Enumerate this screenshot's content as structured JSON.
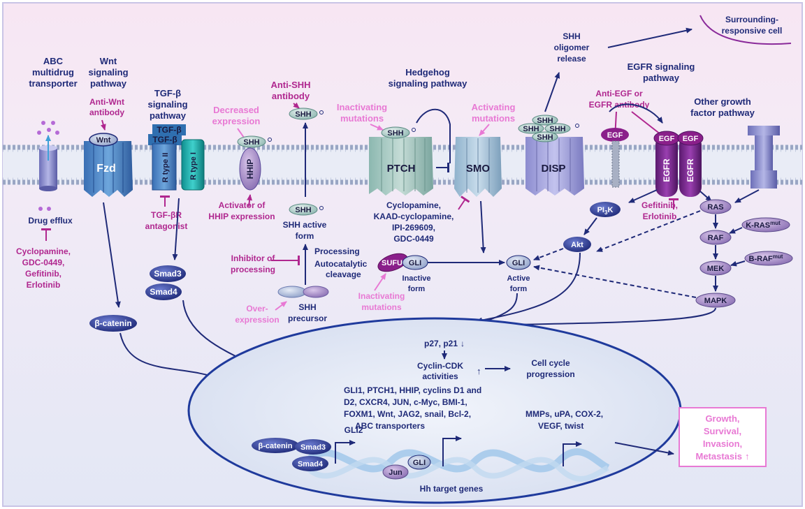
{
  "colors": {
    "navy": "#1f2a78",
    "magenta": "#b0278f",
    "pink": "#e879d4",
    "background_top": "#f6e7f3",
    "background_bottom": "#e4e8f6",
    "membrane_head": "#aeb8d0",
    "nucleus_border": "#1f3a9c"
  },
  "labels": {
    "abc_title_1": "ABC",
    "abc_title_2": "multidrug",
    "abc_title_3": "transporter",
    "drug_efflux": "Drug efflux",
    "abc_inh_1": "Cyclopamine,",
    "abc_inh_2": "GDC-0449,",
    "abc_inh_3": "Gefitinib,",
    "abc_inh_4": "Erlotinib",
    "wnt_title_1": "Wnt",
    "wnt_title_2": "signaling",
    "wnt_title_3": "pathway",
    "anti_wnt_1": "Anti-Wnt",
    "anti_wnt_2": "antibody",
    "wnt": "Wnt",
    "fzd": "Fzd",
    "beta_catenin": "β-catenin",
    "tgf_title_1": "TGF-β",
    "tgf_title_2": "signaling",
    "tgf_title_3": "pathway",
    "tgf_beta": "TGF-β",
    "r_type_ii": "R type II",
    "r_type_i": "R type I",
    "tgf_antag_1": "TGF-βR",
    "tgf_antag_2": "antagonist",
    "smad3": "Smad3",
    "smad4": "Smad4",
    "decreased_1": "Decreased",
    "decreased_2": "expression",
    "shh": "SHH",
    "hhip": "HHIP",
    "activator_1": "Activator of",
    "activator_2": "HHIP expression",
    "anti_shh_1": "Anti-SHH",
    "anti_shh_2": "antibody",
    "shh_active_1": "SHH active",
    "shh_active_2": "form",
    "processing": "Processing",
    "autocat_1": "Autocatalytic",
    "autocat_2": "cleavage",
    "inhib_proc_1": "Inhibitor of",
    "inhib_proc_2": "processing",
    "over_1": "Over-",
    "over_2": "expression",
    "shh_prec_1": "SHH",
    "shh_prec_2": "precursor",
    "hh_title_1": "Hedgehog",
    "hh_title_2": "signaling pathway",
    "inact_1": "Inactivating",
    "inact_2": "mutations",
    "act_mut_1": "Activating",
    "act_mut_2": "mutations",
    "ptch": "PTCH",
    "smo": "SMO",
    "disp": "DISP",
    "cyclo_1": "Cyclopamine,",
    "cyclo_2": "KAAD-cyclopamine,",
    "cyclo_3": "IPI-269609,",
    "cyclo_4": "GDC-0449",
    "sufu": "SUFU",
    "gli": "GLI",
    "inactive_1": "Inactive",
    "inactive_2": "form",
    "active_1": "Active",
    "active_2": "form",
    "inact_sufu_1": "Inactivating",
    "inact_sufu_2": "mutations",
    "shh_olig_1": "SHH",
    "shh_olig_2": "oligomer",
    "shh_olig_3": "release",
    "surround_1": "Surrounding-",
    "surround_2": "responsive cell",
    "egfr_title_1": "EGFR signaling",
    "egfr_title_2": "pathway",
    "anti_egf_1": "Anti-EGF or",
    "anti_egf_2": "EGFR antibody",
    "egf": "EGF",
    "egfr": "EGFR",
    "other_gf_1": "Other growth",
    "other_gf_2": "factor pathway",
    "pi3k": "PI",
    "pi3k_sub": "3",
    "pi3k_end": "K",
    "akt": "Akt",
    "gef_1": "Gefitinib,",
    "gef_2": "Erlotinib",
    "ras": "RAS",
    "kras": "K-RAS",
    "raf": "RAF",
    "braf": "B-RAF",
    "mut": "mut",
    "mek": "MEK",
    "mapk": "MAPK",
    "p27": "p27, p21",
    "cyclin_1": "Cyclin-CDK",
    "cyclin_2": "activities",
    "cell_cycle_1": "Cell cycle",
    "cell_cycle_2": "progression",
    "targets_1": "GLI1, PTCH1, HHIP, cyclins D1 and",
    "targets_2": "D2, CXCR4, JUN, c-Myc, BMI-1,",
    "targets_3": "FOXM1, Wnt, JAG2, snail, Bcl-2,",
    "targets_4": "ABC transporters",
    "mmps_1": "MMPs, uPA, COX-2,",
    "mmps_2": "VEGF, twist",
    "gli2": "GLI2",
    "jun": "Jun",
    "hh_targets": "Hh target genes",
    "growth_1": "Growth,",
    "growth_2": "Survival,",
    "growth_3": "Invasion,",
    "growth_4": "Metastasis",
    "up_arrow": "↑",
    "down_arrow": "↓"
  }
}
